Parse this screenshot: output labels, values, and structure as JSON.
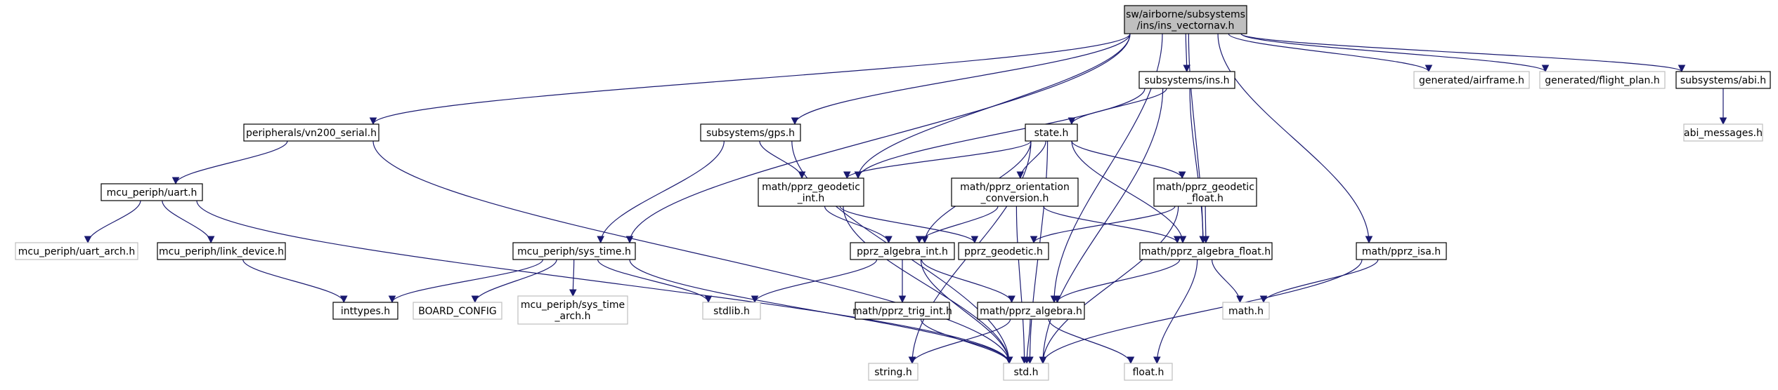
{
  "nodes": [
    {
      "id": "root",
      "lines": [
        "sw/airborne/subsystems",
        "/ins/ins_vectornav.h"
      ],
      "style": "root"
    },
    {
      "id": "vn200",
      "lines": [
        "peripherals/vn200_serial.h"
      ],
      "style": "documented"
    },
    {
      "id": "gps",
      "lines": [
        "subsystems/gps.h"
      ],
      "style": "documented"
    },
    {
      "id": "ins",
      "lines": [
        "subsystems/ins.h"
      ],
      "style": "documented"
    },
    {
      "id": "airframe",
      "lines": [
        "generated/airframe.h"
      ],
      "style": "external"
    },
    {
      "id": "flightplan",
      "lines": [
        "generated/flight_plan.h"
      ],
      "style": "external"
    },
    {
      "id": "abi",
      "lines": [
        "subsystems/abi.h"
      ],
      "style": "documented"
    },
    {
      "id": "abimsg",
      "lines": [
        "abi_messages.h"
      ],
      "style": "external"
    },
    {
      "id": "uart",
      "lines": [
        "mcu_periph/uart.h"
      ],
      "style": "documented"
    },
    {
      "id": "uartarch",
      "lines": [
        "mcu_periph/uart_arch.h"
      ],
      "style": "external"
    },
    {
      "id": "linkdev",
      "lines": [
        "mcu_periph/link_device.h"
      ],
      "style": "documented"
    },
    {
      "id": "inttypes",
      "lines": [
        "inttypes.h"
      ],
      "style": "documented"
    },
    {
      "id": "systime",
      "lines": [
        "mcu_periph/sys_time.h"
      ],
      "style": "documented"
    },
    {
      "id": "board",
      "lines": [
        "BOARD_CONFIG"
      ],
      "style": "external"
    },
    {
      "id": "systimearch",
      "lines": [
        "mcu_periph/sys_time",
        "_arch.h"
      ],
      "style": "external"
    },
    {
      "id": "stdlib",
      "lines": [
        "stdlib.h"
      ],
      "style": "external"
    },
    {
      "id": "state",
      "lines": [
        "state.h"
      ],
      "style": "documented"
    },
    {
      "id": "geoint",
      "lines": [
        "math/pprz_geodetic",
        "_int.h"
      ],
      "style": "documented"
    },
    {
      "id": "orient",
      "lines": [
        "math/pprz_orientation",
        "_conversion.h"
      ],
      "style": "documented"
    },
    {
      "id": "geofloat",
      "lines": [
        "math/pprz_geodetic",
        "_float.h"
      ],
      "style": "documented"
    },
    {
      "id": "algint",
      "lines": [
        "pprz_algebra_int.h"
      ],
      "style": "documented"
    },
    {
      "id": "geodetic",
      "lines": [
        "pprz_geodetic.h"
      ],
      "style": "documented"
    },
    {
      "id": "algfloat",
      "lines": [
        "math/pprz_algebra_float.h"
      ],
      "style": "documented"
    },
    {
      "id": "isa",
      "lines": [
        "math/pprz_isa.h"
      ],
      "style": "documented"
    },
    {
      "id": "trig",
      "lines": [
        "math/pprz_trig_int.h"
      ],
      "style": "documented"
    },
    {
      "id": "alg",
      "lines": [
        "math/pprz_algebra.h"
      ],
      "style": "documented"
    },
    {
      "id": "math",
      "lines": [
        "math.h"
      ],
      "style": "external"
    },
    {
      "id": "string",
      "lines": [
        "string.h"
      ],
      "style": "external"
    },
    {
      "id": "std",
      "lines": [
        "std.h"
      ],
      "style": "external"
    },
    {
      "id": "float",
      "lines": [
        "float.h"
      ],
      "style": "external"
    }
  ],
  "edges": [
    [
      "root",
      "vn200"
    ],
    [
      "root",
      "systime"
    ],
    [
      "root",
      "gps"
    ],
    [
      "root",
      "alg"
    ],
    [
      "root",
      "geoint"
    ],
    [
      "root",
      "ins"
    ],
    [
      "root",
      "algfloat"
    ],
    [
      "root",
      "isa"
    ],
    [
      "root",
      "airframe"
    ],
    [
      "root",
      "flightplan"
    ],
    [
      "root",
      "abi"
    ],
    [
      "abi",
      "abimsg"
    ],
    [
      "vn200",
      "uart"
    ],
    [
      "vn200",
      "std"
    ],
    [
      "uart",
      "uartarch"
    ],
    [
      "uart",
      "linkdev"
    ],
    [
      "uart",
      "std"
    ],
    [
      "linkdev",
      "inttypes"
    ],
    [
      "systime",
      "inttypes"
    ],
    [
      "systime",
      "board"
    ],
    [
      "systime",
      "systimearch"
    ],
    [
      "systime",
      "stdlib"
    ],
    [
      "systime",
      "std"
    ],
    [
      "gps",
      "geoint"
    ],
    [
      "gps",
      "systime"
    ],
    [
      "gps",
      "std"
    ],
    [
      "ins",
      "state"
    ],
    [
      "ins",
      "geoint"
    ],
    [
      "ins",
      "algfloat"
    ],
    [
      "ins",
      "std"
    ],
    [
      "state",
      "geoint"
    ],
    [
      "state",
      "orient"
    ],
    [
      "state",
      "geofloat"
    ],
    [
      "state",
      "algint"
    ],
    [
      "state",
      "algfloat"
    ],
    [
      "state",
      "std"
    ],
    [
      "state",
      "string"
    ],
    [
      "geoint",
      "algint"
    ],
    [
      "geoint",
      "geodetic"
    ],
    [
      "geoint",
      "std"
    ],
    [
      "orient",
      "algint"
    ],
    [
      "orient",
      "algfloat"
    ],
    [
      "orient",
      "std"
    ],
    [
      "geofloat",
      "geodetic"
    ],
    [
      "geofloat",
      "algfloat"
    ],
    [
      "geofloat",
      "std"
    ],
    [
      "algint",
      "stdlib"
    ],
    [
      "algint",
      "trig"
    ],
    [
      "algint",
      "alg"
    ],
    [
      "algint",
      "std"
    ],
    [
      "algfloat",
      "alg"
    ],
    [
      "algfloat",
      "math"
    ],
    [
      "algfloat",
      "float"
    ],
    [
      "isa",
      "math"
    ],
    [
      "isa",
      "std"
    ],
    [
      "trig",
      "std"
    ],
    [
      "alg",
      "string"
    ],
    [
      "alg",
      "std"
    ],
    [
      "alg",
      "float"
    ]
  ],
  "colors": {
    "edge": "#191970",
    "documented_border": "#000000",
    "external_border": "#bfbfbf",
    "root_fill": "#bfbfbf",
    "text": "#000000"
  }
}
